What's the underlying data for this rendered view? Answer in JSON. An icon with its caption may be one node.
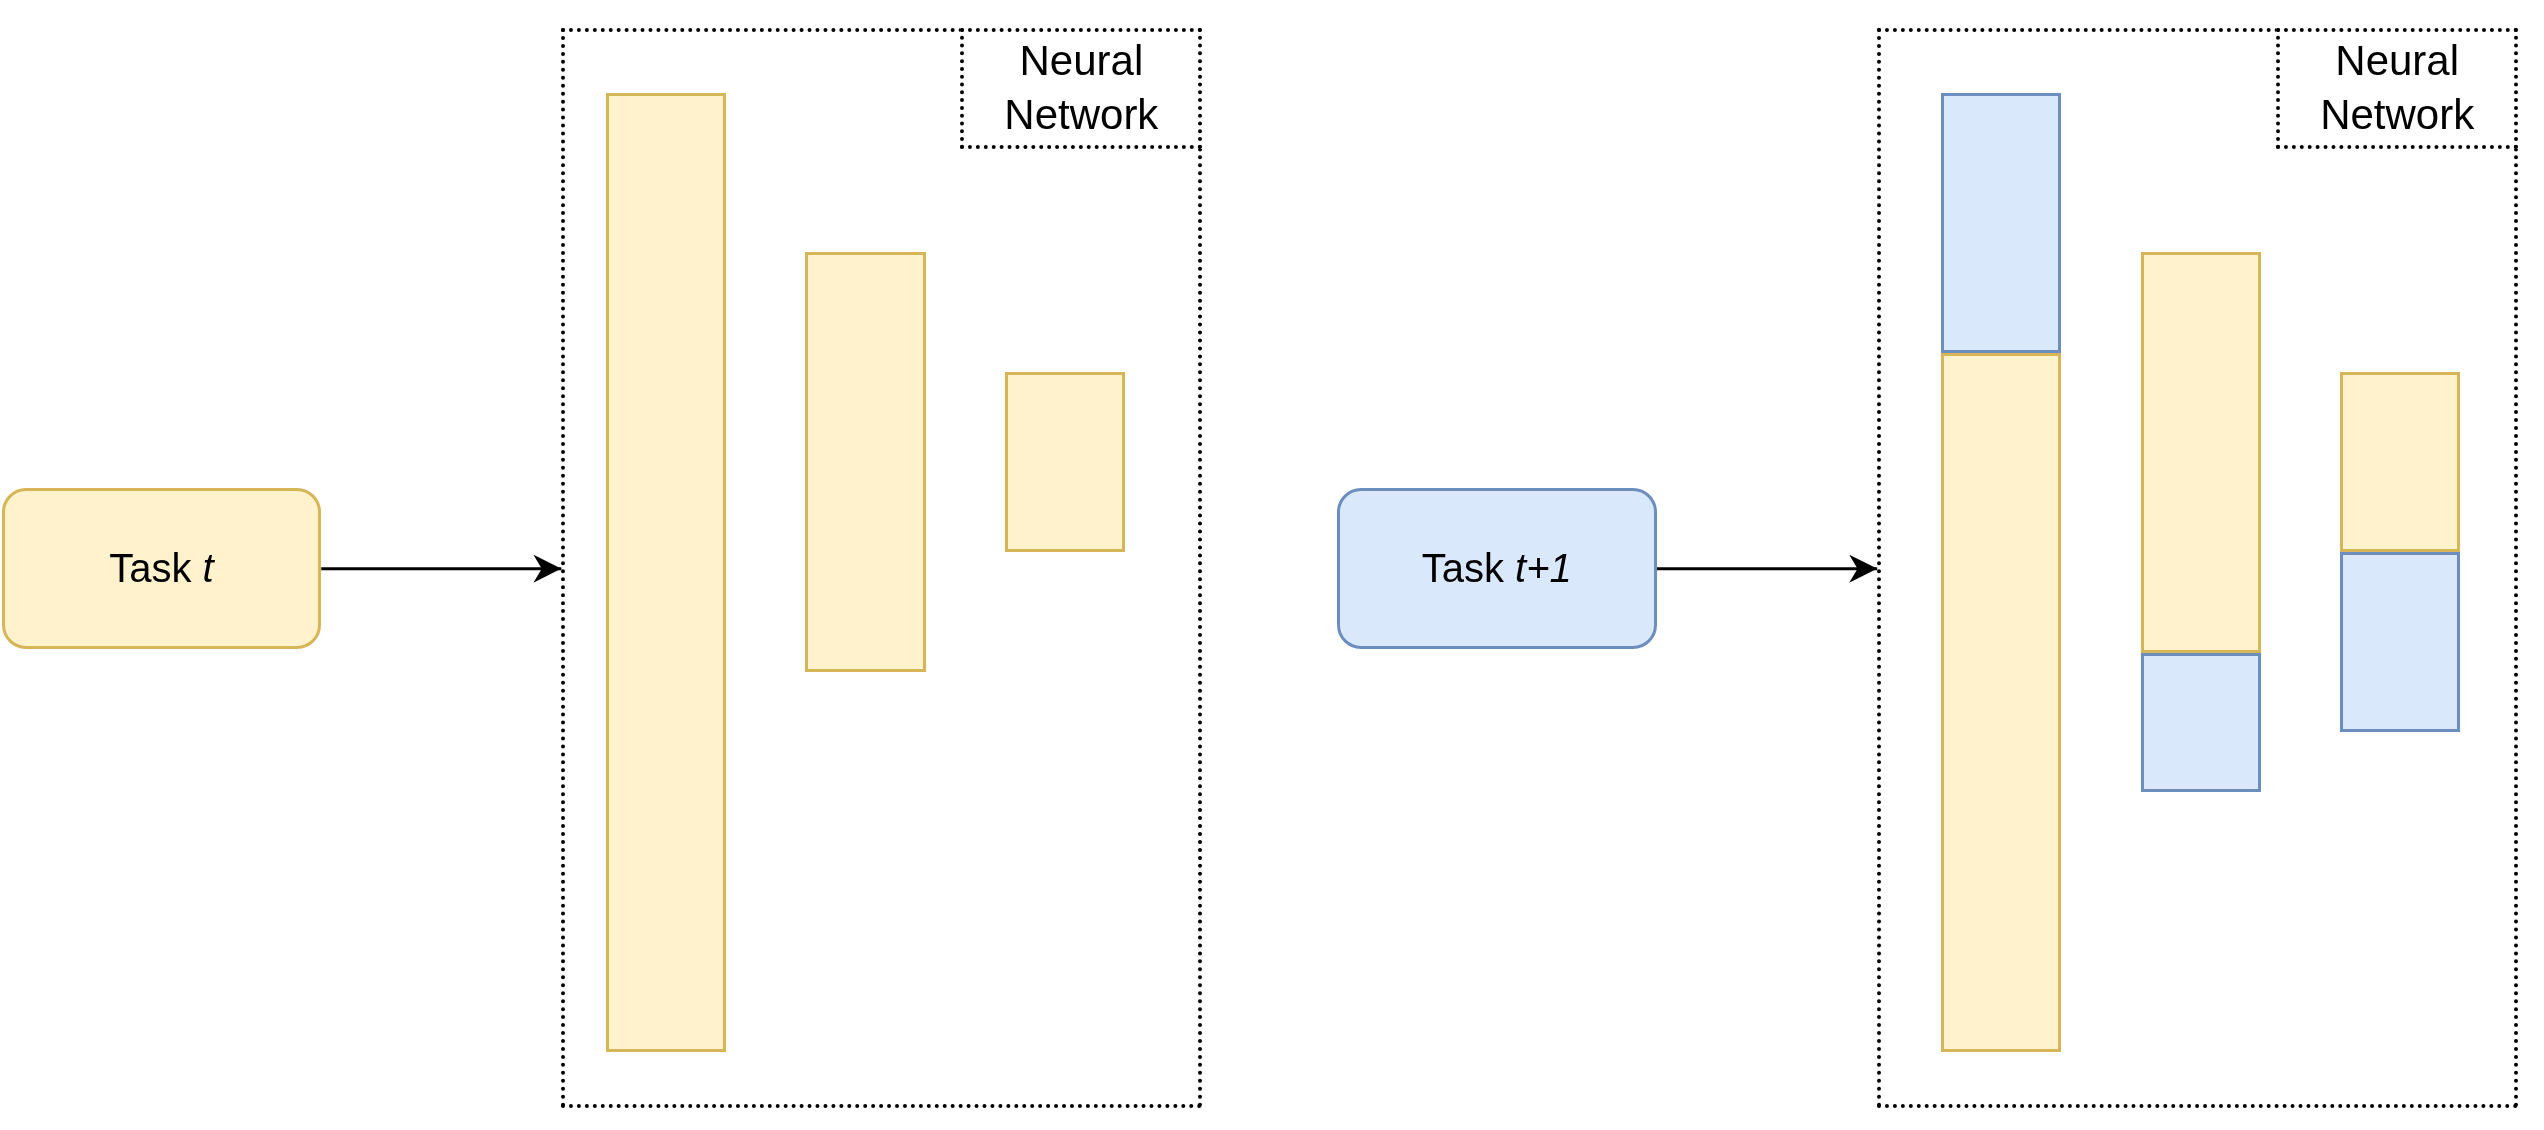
{
  "diagram": {
    "nodes": [
      {
        "text": [
          "Task *t*"
        ]
      },
      {
        "text": [
          "Neural Network"
        ]
      },
      {
        "text": [],
        "shape": "bar",
        "in": 1
      },
      {
        "text": [],
        "shape": "bar",
        "in": 1
      },
      {
        "text": [],
        "shape": "bar",
        "in": 1
      },
      {
        "text": [
          "Task *t+1*"
        ]
      },
      {
        "text": [
          "Neural Network"
        ]
      },
      {
        "text": [],
        "shape": "bar",
        "in": 6
      },
      {
        "text": [],
        "shape": "bar",
        "in": 6
      },
      {
        "text": [],
        "shape": "bar",
        "in": 6
      },
      {
        "text": [],
        "shape": "bar",
        "in": 6
      },
      {
        "text": [],
        "shape": "bar",
        "in": 6
      },
      {
        "text": [],
        "shape": "bar",
        "in": 6
      }
    ],
    "edges": [
      {
        "from": 0,
        "to": 1,
        "arrow": "to"
      },
      {
        "from": 5,
        "to": 6,
        "arrow": "to"
      }
    ]
  }
}
